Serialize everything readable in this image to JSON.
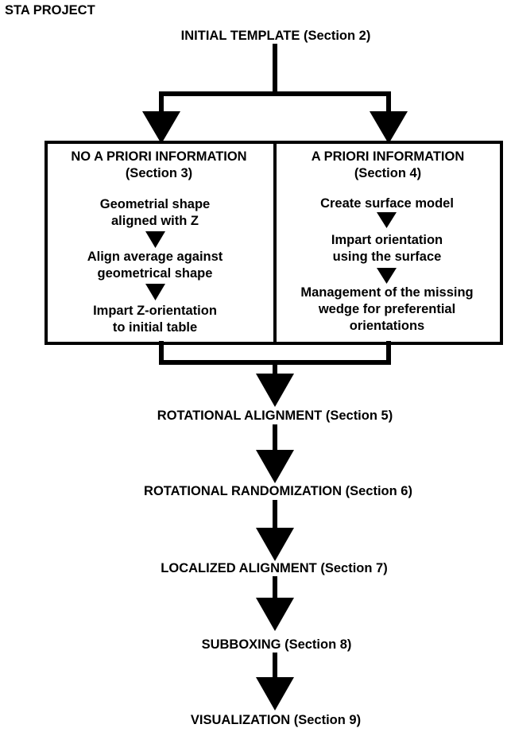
{
  "project_title": "STA PROJECT",
  "initial_template": "INITIAL TEMPLATE (Section 2)",
  "left_box": {
    "title_line1": "NO A PRIORI INFORMATION",
    "title_line2": "(Section 3)",
    "step1_line1": "Geometrial shape",
    "step1_line2": "aligned with Z",
    "step2_line1": "Align average against",
    "step2_line2": "geometrical shape",
    "step3_line1": "Impart Z-orientation",
    "step3_line2": "to initial table"
  },
  "right_box": {
    "title_line1": "A PRIORI INFORMATION",
    "title_line2": "(Section 4)",
    "step1_line1": "Create surface model",
    "step2_line1": "Impart orientation",
    "step2_line2": "using the surface",
    "step3_line1": "Management of the missing",
    "step3_line2": "wedge for preferential",
    "step3_line3": "orientations"
  },
  "pipeline": [
    "ROTATIONAL ALIGNMENT (Section 5)",
    "ROTATIONAL RANDOMIZATION (Section 6)",
    "LOCALIZED ALIGNMENT (Section 7)",
    "SUBBOXING (Section 8)",
    "VISUALIZATION (Section 9)"
  ]
}
